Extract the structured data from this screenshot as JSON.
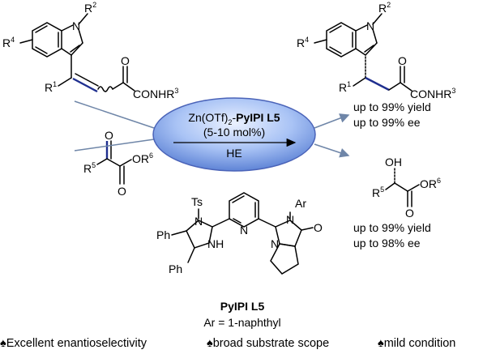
{
  "reaction": {
    "catalyst_prefix": "Zn(OTf)",
    "catalyst_sub": "2",
    "catalyst_dash": "-",
    "catalyst_name": "PyIPI L5",
    "loading": "(5-10 mol%)",
    "reductant": "HE"
  },
  "substrate1": {
    "r4": "R",
    "r4_sup": "4",
    "r2": "R",
    "r2_sup": "2",
    "n": "N",
    "r1": "R",
    "r1_sup": "1",
    "o": "O",
    "amide": "CONHR",
    "amide_sup": "3"
  },
  "substrate2": {
    "r5": "R",
    "r5_sup": "5",
    "o_top": "O",
    "o_bottom": "O",
    "ester": "OR",
    "ester_sup": "6"
  },
  "product1": {
    "r4": "R",
    "r4_sup": "4",
    "r2": "R",
    "r2_sup": "2",
    "n": "N",
    "r1": "R",
    "r1_sup": "1",
    "o": "O",
    "amide": "CONHR",
    "amide_sup": "3",
    "yield": "up to 99% yield",
    "ee": "up to 99% ee"
  },
  "product2": {
    "oh": "OH",
    "r5": "R",
    "r5_sup": "5",
    "ester": "OR",
    "ester_sup": "6",
    "o_bottom": "O",
    "yield": "up to 99% yield",
    "ee": "up to 98% ee"
  },
  "ligand": {
    "ts": "Ts",
    "ar": "Ar",
    "n1": "N",
    "n2": "N",
    "n3": "N",
    "n4": "N",
    "nh": "NH",
    "o": "O",
    "ph1": "Ph",
    "ph2": "Ph",
    "name": "PyIPI L5",
    "ar_def": "Ar = 1-naphthyl"
  },
  "highlights": [
    "♠Excellent enantioselectivity",
    "♠broad substrate scope",
    "♠mild condition"
  ],
  "colors": {
    "bond_highlight": "#1f2f8f",
    "ellipse_fill": "#8fb1f0",
    "ellipse_stroke": "#4a63b8",
    "arrow": "#6f86a8"
  }
}
